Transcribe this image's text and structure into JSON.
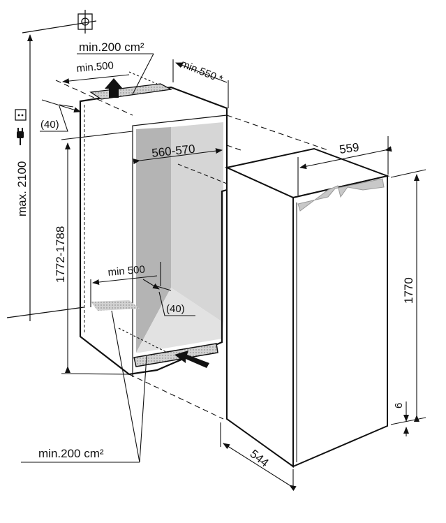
{
  "diagram": {
    "labels": {
      "top_vent_area": "min.200 cm²",
      "top_clearance": "min.500",
      "depth_min": "min.550 *",
      "top_offset": "(40)",
      "niche_width": "560-570",
      "appliance_width": "559",
      "max_height": "max. 2100",
      "niche_height": "1772-1788",
      "bottom_clearance": "min 500",
      "bottom_offset": "(40)",
      "appliance_height": "1770",
      "plinth_gap": "6",
      "appliance_depth": "544",
      "bottom_vent_area": "min.200 cm²"
    },
    "colors": {
      "line": "#111111",
      "left_wall": "#b4b4b4",
      "back_wall": "#d6d6d6",
      "floor": "#e2e2e2",
      "vent": "#cfcfcf"
    }
  }
}
